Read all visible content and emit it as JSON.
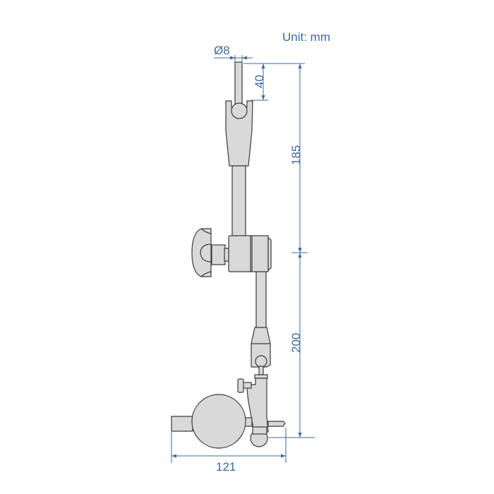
{
  "unit_label": "Unit: mm",
  "dimensions": {
    "rod_diameter": "Ø8",
    "rod_length": "40",
    "upper_height": "185",
    "lower_height": "200",
    "total_width": "121"
  },
  "colors": {
    "part_fill": "#d9d9d9",
    "outline": "#3a3a3a",
    "dimension": "#3d6a99"
  }
}
